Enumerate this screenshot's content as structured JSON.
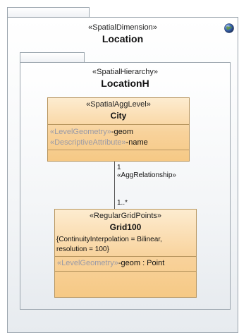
{
  "outer_package": {
    "stereotype": "«SpatialDimension»",
    "name": "Location",
    "icon": "globe-icon"
  },
  "inner_package": {
    "stereotype": "«SpatialHierarchy»",
    "name": "LocationH"
  },
  "city_class": {
    "stereotype": "«SpatialAggLevel»",
    "name": "City",
    "attributes": [
      {
        "stereotype": "«LevelGeometry»",
        "text": "-geom"
      },
      {
        "stereotype": "«DescriptiveAttribute»",
        "text": "-name"
      }
    ]
  },
  "association": {
    "upper_multiplicity": "1",
    "stereotype": "«AggRelationship»",
    "lower_multiplicity": "1..*"
  },
  "grid_class": {
    "stereotype": "«RegularGridPoints»",
    "name": "Grid100",
    "constraint_line1": "{ContinuityInterpolation = Bilinear,",
    "constraint_line2": "resolution = 100}",
    "attributes": [
      {
        "stereotype": "«LevelGeometry»",
        "text": "-geom : Point"
      }
    ]
  },
  "colors": {
    "package_border": "#9aa4ad",
    "class_fill_top": "#fdecd0",
    "class_fill_bottom": "#f6c985",
    "class_border": "#b7955e",
    "attribute_stereotype": "#9a9aa6"
  }
}
